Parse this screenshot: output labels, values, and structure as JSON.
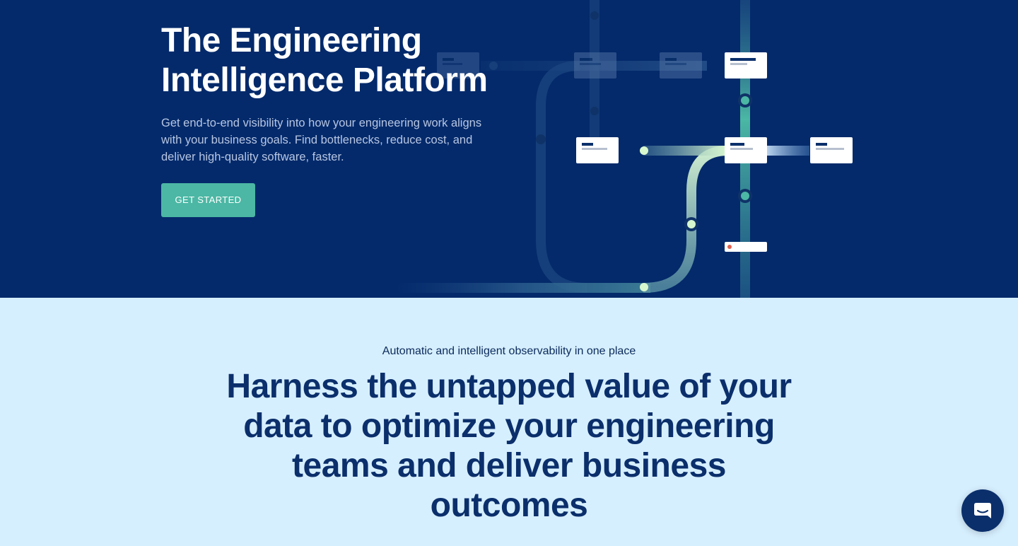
{
  "hero": {
    "title_line1": "The Engineering",
    "title_line2": "Intelligence Platform",
    "description": "Get end-to-end visibility into how your engineering work aligns with your business goals. Find bottlenecks, reduce cost, and deliver high-quality software, faster.",
    "cta_label": "GET STARTED"
  },
  "section": {
    "eyebrow": "Automatic and intelligent observability in one place",
    "headline": "Harness the untapped value of your data to optimize your engineering teams and deliver business outcomes"
  },
  "icons": {
    "chat": "chat-bubble-icon"
  },
  "colors": {
    "hero_bg": "#042a6b",
    "cta": "#4bb7a4",
    "section_bg": "#d6efff",
    "headline": "#0b2f6b"
  }
}
